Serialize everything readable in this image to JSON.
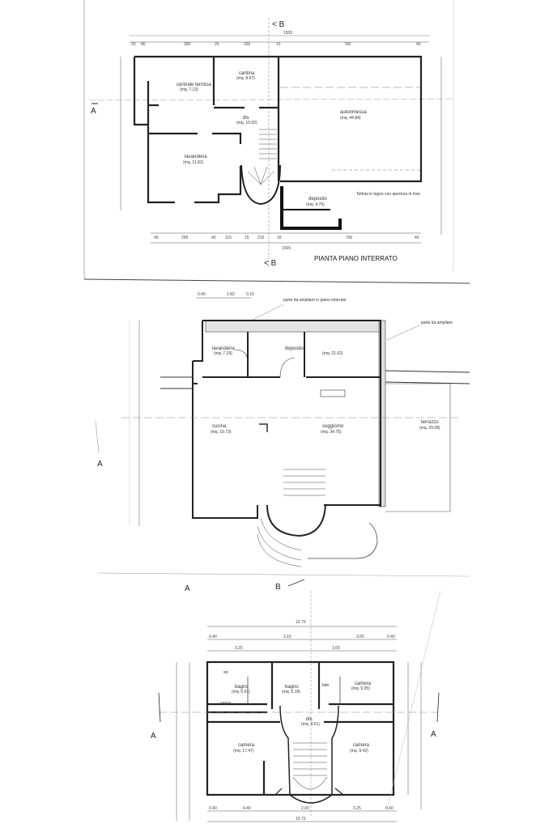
{
  "plan1": {
    "section_top": "< B",
    "section_bottom": "< B",
    "section_left": "A",
    "title": "PIANTA PIANO INTERRATO",
    "dims_top": [
      "25",
      "80",
      "300",
      "25",
      "335",
      "15",
      "760",
      "40"
    ],
    "dim_total_top": "1505",
    "dims_bottom": [
      "40",
      "290",
      "40",
      "115",
      "15",
      "210",
      "15",
      "760",
      "40"
    ],
    "dim_total_bottom": "1505",
    "rooms": {
      "centrale_termica": "centrale termica",
      "centrale_termica_area": "(mq. 7.13)",
      "cantina": "cantina",
      "cantina_area": "(mq. 8.67)",
      "autorimessa": "autorimessa",
      "autorimessa_area": "(mq. 44.84)",
      "disimpegno": "dis",
      "disimpegno_area": "(mq. 10.02)",
      "lavanderia": "lavanderia",
      "lavanderia_area": "(mq. 11.81)",
      "deposito": "deposito",
      "deposito_area": "(mq. 4.76)"
    },
    "note_tettoia": "Tettoia in legno con apertura in lose"
  },
  "plan2": {
    "note_piano_interrato": "parte da ampliare in piano interrato",
    "note_ampliare": "parte da ampliare",
    "section_left": "A",
    "dims_top": [
      "0.40",
      "2.82",
      "0.10"
    ],
    "rooms": {
      "lavanderia": "lavanderia",
      "lavanderia_area": "(mq. 7.29)",
      "deposito": "deposito",
      "deposito_area": "(mq. 21.62)",
      "cucina": "cucina",
      "cucina_area": "(mq. 19.73)",
      "soggiorno": "soggiorno",
      "soggiorno_area": "(mq. 34.75)",
      "terrazzo": "terrazzo",
      "terrazzo_area": "(mq. 29.08)"
    }
  },
  "plan3": {
    "section_a_left": "A",
    "section_a_right": "A",
    "section_b": "B",
    "section_a_top": "A",
    "dim_total_top": "10.70",
    "dims_top": [
      "0.40",
      "3.15",
      "3.65",
      "0.40"
    ],
    "dims_top_row": [
      "3.25",
      "3.65"
    ],
    "dims_bottom": [
      "0.40",
      "4.40",
      "2.00",
      "3.25",
      "0.40"
    ],
    "dim_total_bottom": "10.70",
    "rooms": {
      "wc": "wc",
      "bagno1": "bagno",
      "bagno1_area": "(mq. 6.61)",
      "bagno2": "bagno",
      "bagno2_area": "(mq. 6.18)",
      "bdo": "bdo",
      "camera_ne": "camera",
      "camera_ne_area": "(mq. 9.35)",
      "vasca": "vasca",
      "disimpegno": "dis",
      "disimpegno_area": "(mq. 4.61)",
      "camera_sw": "camera",
      "camera_sw_area": "(mq. 17.47)",
      "camera_se": "camera",
      "camera_se_area": "(mq. 9.42)"
    }
  }
}
